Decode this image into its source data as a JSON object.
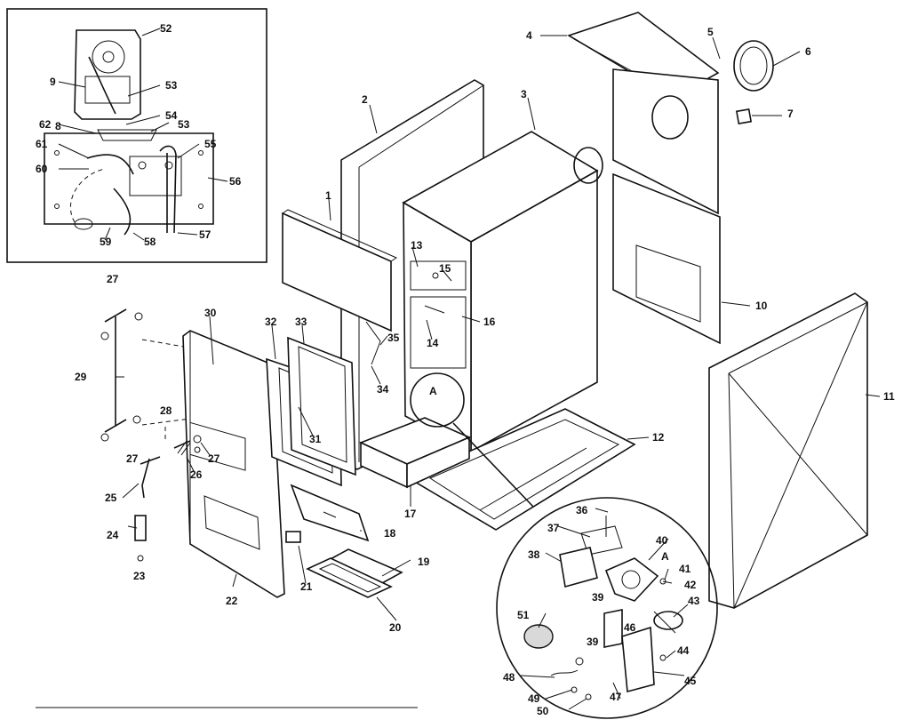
{
  "diagram": {
    "callouts": [
      "1",
      "2",
      "3",
      "4",
      "5",
      "6",
      "7",
      "8",
      "9",
      "10",
      "11",
      "12",
      "13",
      "14",
      "15",
      "16",
      "17",
      "18",
      "19",
      "20",
      "21",
      "22",
      "23",
      "24",
      "25",
      "26",
      "27",
      "27",
      "27",
      "28",
      "29",
      "30",
      "31",
      "32",
      "33",
      "34",
      "35",
      "36",
      "37",
      "38",
      "39",
      "39",
      "40",
      "41",
      "42",
      "43",
      "44",
      "45",
      "46",
      "47",
      "48",
      "49",
      "50",
      "51",
      "52",
      "53",
      "53",
      "54",
      "55",
      "56",
      "57",
      "58",
      "59",
      "60",
      "61",
      "62"
    ],
    "detail_marker": "A"
  }
}
